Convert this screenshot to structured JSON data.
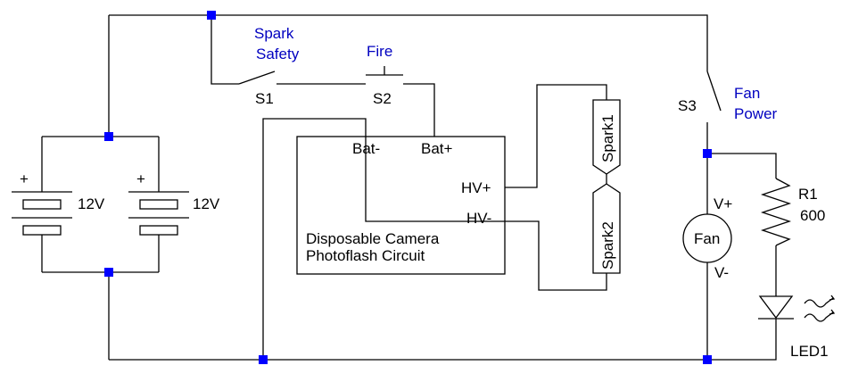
{
  "labels": {
    "spark_safety_1": "Spark",
    "spark_safety_2": "Safety",
    "fire": "Fire",
    "s1": "S1",
    "s2": "S2",
    "s3": "S3",
    "fan_power_1": "Fan",
    "fan_power_2": "Power",
    "bat_minus": "Bat-",
    "bat_plus": "Bat+",
    "hv_plus": "HV+",
    "hv_minus": "HV-",
    "circuit_line1": "Disposable Camera",
    "circuit_line2": "Photoflash Circuit",
    "spark1": "Spark1",
    "spark2": "Spark2",
    "battery1_voltage": "12V",
    "battery2_voltage": "12V",
    "battery_plus": "+",
    "v_plus": "V+",
    "v_minus": "V-",
    "fan": "Fan",
    "r1": "R1",
    "r1_value": "600",
    "led1": "LED1"
  },
  "colors": {
    "wire": "#000000",
    "junction": "#0000ff",
    "annotation": "#0000c0"
  }
}
